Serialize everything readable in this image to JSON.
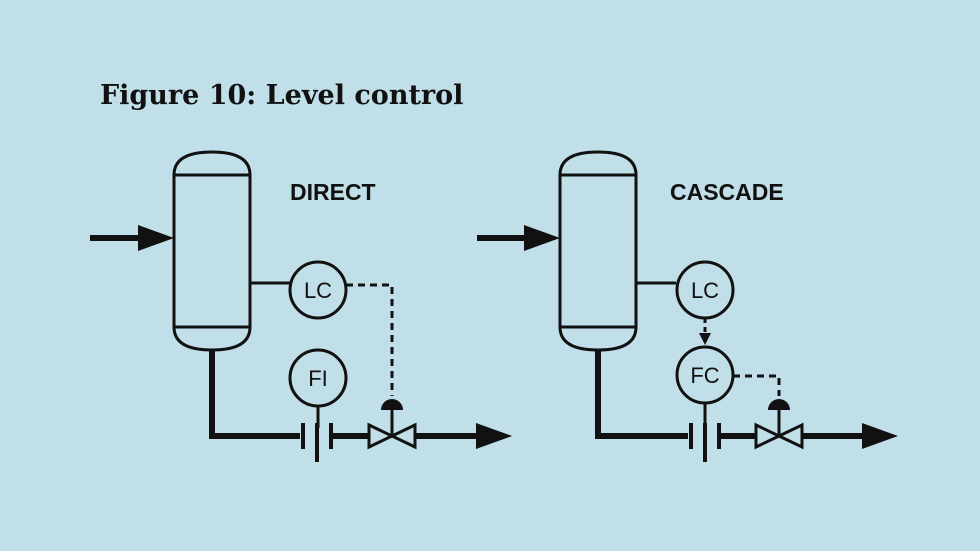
{
  "figure": {
    "title": "Figure 10: Level control"
  },
  "colors": {
    "background": "#c0dfe8",
    "ink": "#111111"
  },
  "direct": {
    "heading": "DIRECT",
    "level_controller": "LC",
    "flow_indicator": "FI"
  },
  "cascade": {
    "heading": "CASCADE",
    "level_controller": "LC",
    "flow_controller": "FC"
  }
}
